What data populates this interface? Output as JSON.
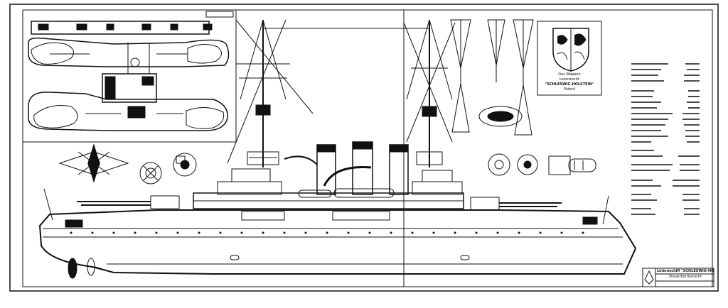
{
  "crest": {
    "caption_line1": "Das Wappen",
    "caption_line2": "Lennzrecht",
    "caption_name": "\"SCHLESWIG-HOLSTEIN\"",
    "caption_line4": "Patent"
  },
  "title_block": {
    "line1": "Linienschiff \"SCHLESWIG-HOLSTEIN\"",
    "line2": "Steuerbordansicht"
  },
  "colors": {
    "ink": "#111111",
    "paper": "#ffffff"
  }
}
